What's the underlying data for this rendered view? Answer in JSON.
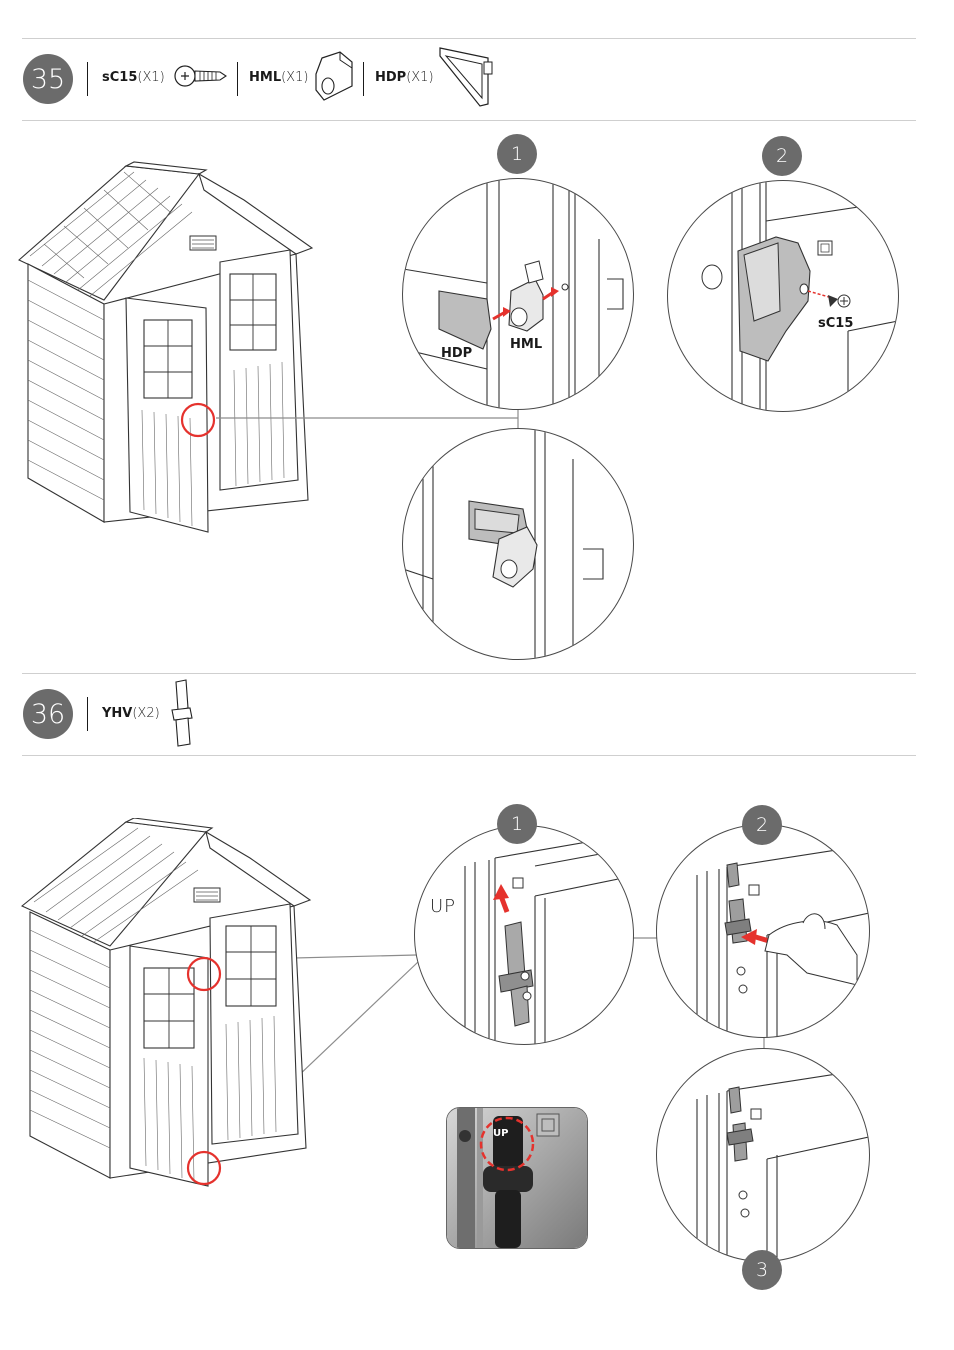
{
  "steps": [
    {
      "number": "35",
      "parts": [
        {
          "code": "sC15",
          "qty": "(X1)",
          "icon": "screw-icon"
        },
        {
          "code": "HML",
          "qty": "(X1)",
          "icon": "hinge-plate-icon"
        },
        {
          "code": "HDP",
          "qty": "(X1)",
          "icon": "handle-plate-icon"
        }
      ],
      "substeps": [
        "1",
        "2"
      ],
      "labels": {
        "hdp": "HDP",
        "hml": "HML",
        "sc15": "sC15"
      }
    },
    {
      "number": "36",
      "parts": [
        {
          "code": "YHV",
          "qty": "(X2)",
          "icon": "bolt-latch-icon"
        }
      ],
      "substeps": [
        "1",
        "2",
        "3"
      ],
      "labels": {
        "up": "UP",
        "photo_up": "UP"
      }
    }
  ],
  "colors": {
    "accent_red": "#e5322d",
    "badge_gray": "#6b6b6b",
    "line_gray": "#8c8c8c"
  }
}
